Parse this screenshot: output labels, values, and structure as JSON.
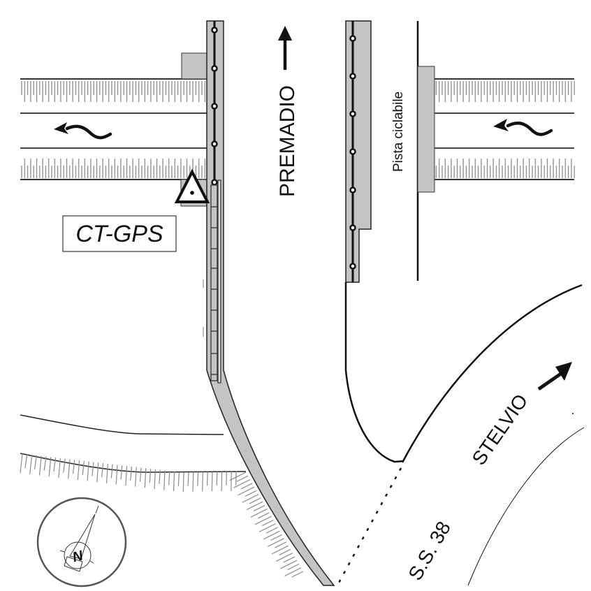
{
  "diagram": {
    "title": "Intersection sketch with CT-GPS station",
    "labels": {
      "north_direction": "PREMADIO",
      "bike_path": "Pista ciclabile",
      "station": "CT-GPS",
      "road_name": "S.S. 38",
      "east_direction": "STELVIO",
      "compass_letter": "N"
    },
    "colors": {
      "background": "#ffffff",
      "line": "#111111",
      "fill_gray": "#c4c4c4",
      "tick_gray": "#8a8a8a"
    },
    "legend_icons": [
      "arrow-up-icon",
      "arrow-diagonal-icon",
      "wavy-arrow-icon",
      "triangle-marker-icon",
      "compass-icon"
    ]
  }
}
